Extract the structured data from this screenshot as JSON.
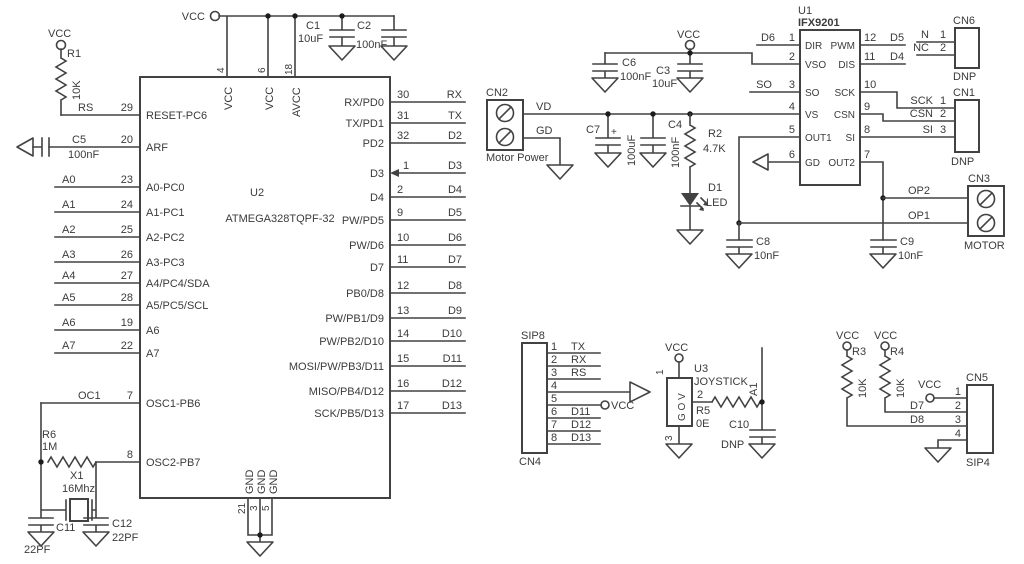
{
  "colors": {
    "ink": "#3f3f3f",
    "bg": "#ffffff"
  },
  "power": {
    "vcc": "VCC",
    "plus": "+"
  },
  "nets": {
    "a1": "A1"
  },
  "u2": {
    "ref": "U2",
    "part": "ATMEGA328TQPF-32",
    "left": [
      {
        "num": "29",
        "name": "RESET-PC6",
        "net": "RS"
      },
      {
        "num": "20",
        "name": "ARF",
        "net": ""
      },
      {
        "num": "23",
        "name": "A0-PC0",
        "net": "A0"
      },
      {
        "num": "24",
        "name": "A1-PC1",
        "net": "A1"
      },
      {
        "num": "25",
        "name": "A2-PC2",
        "net": "A2"
      },
      {
        "num": "26",
        "name": "A3-PC3",
        "net": "A3"
      },
      {
        "num": "27",
        "name": "A4/PC4/SDA",
        "net": "A4"
      },
      {
        "num": "28",
        "name": "A5/PC5/SCL",
        "net": "A5"
      },
      {
        "num": "19",
        "name": "A6",
        "net": "A6"
      },
      {
        "num": "22",
        "name": "A7",
        "net": "A7"
      },
      {
        "num": "7",
        "name": "OSC1-PB6",
        "net": "OC1"
      },
      {
        "num": "8",
        "name": "OSC2-PB7",
        "net": ""
      }
    ],
    "right": [
      {
        "num": "30",
        "name": "RX/PD0",
        "net": "RX"
      },
      {
        "num": "31",
        "name": "TX/PD1",
        "net": "TX"
      },
      {
        "num": "32",
        "name": "PD2",
        "net": "D2"
      },
      {
        "num": "1",
        "name": "D3",
        "net": "D3"
      },
      {
        "num": "2",
        "name": "D4",
        "net": "D4"
      },
      {
        "num": "9",
        "name": "PW/PD5",
        "net": "D5"
      },
      {
        "num": "10",
        "name": "PW/D6",
        "net": "D6"
      },
      {
        "num": "11",
        "name": "D7",
        "net": "D7"
      },
      {
        "num": "12",
        "name": "PB0/D8",
        "net": "D8"
      },
      {
        "num": "13",
        "name": "PW/PB1/D9",
        "net": "D9"
      },
      {
        "num": "14",
        "name": "PW/PB2/D10",
        "net": "D10"
      },
      {
        "num": "15",
        "name": "MOSI/PW/PB3/D11",
        "net": "D11"
      },
      {
        "num": "16",
        "name": "MISO/PB4/D12",
        "net": "D12"
      },
      {
        "num": "17",
        "name": "SCK/PB5/D13",
        "net": "D13"
      }
    ],
    "top": [
      {
        "num": "4",
        "name": "VCC"
      },
      {
        "num": "6",
        "name": "VCC"
      },
      {
        "num": "18",
        "name": "AVCC"
      }
    ],
    "bottom": [
      {
        "num": "21",
        "name": "GND"
      },
      {
        "num": "3",
        "name": "GND"
      },
      {
        "num": "5",
        "name": "GND"
      }
    ]
  },
  "u1": {
    "ref": "U1",
    "part": "IFX9201",
    "rows": [
      {
        "lnum": "1",
        "lname": "DIR",
        "rname": "PWM",
        "rnum": "12",
        "lnet": "D6",
        "rnet": "D5"
      },
      {
        "lnum": "2",
        "lname": "VSO",
        "rname": "DIS",
        "rnum": "11",
        "rnet": "D4"
      },
      {
        "lnum": "3",
        "lname": "SO",
        "rname": "SCK",
        "rnum": "10",
        "lnet": "SO"
      },
      {
        "lnum": "4",
        "lname": "VS",
        "rname": "CSN",
        "rnum": "9"
      },
      {
        "lnum": "5",
        "lname": "OUT1",
        "rname": "SI",
        "rnum": "8"
      },
      {
        "lnum": "6",
        "lname": "GD",
        "rname": "OUT2",
        "rnum": "7"
      }
    ]
  },
  "u3": {
    "ref": "U3",
    "part": "JOYSTICK",
    "pins": "G O V",
    "p1": "1",
    "p2": "2",
    "p3": "3"
  },
  "r1": {
    "ref": "R1",
    "value": "10K"
  },
  "r2": {
    "ref": "R2",
    "value": "4.7K"
  },
  "r3": {
    "ref": "R3",
    "value": "10K"
  },
  "r4": {
    "ref": "R4",
    "value": "10K"
  },
  "r5": {
    "ref": "R5",
    "value": "0E"
  },
  "r6": {
    "ref": "R6",
    "value": "1M"
  },
  "c1": {
    "ref": "C1",
    "value": "10uF"
  },
  "c2": {
    "ref": "C2",
    "value": "100nF"
  },
  "c3": {
    "ref": "C3",
    "value": "10uF"
  },
  "c4": {
    "ref": "C4",
    "value": "100nF"
  },
  "c5": {
    "ref": "C5",
    "value": "100nF"
  },
  "c6": {
    "ref": "C6",
    "value": "100nF"
  },
  "c7": {
    "ref": "C7",
    "value": "100uF"
  },
  "c8": {
    "ref": "C8",
    "value": "10nF"
  },
  "c9": {
    "ref": "C9",
    "value": "10nF"
  },
  "c10": {
    "ref": "C10",
    "value": "DNP"
  },
  "c11": {
    "ref": "C11",
    "value": "22PF"
  },
  "c12": {
    "ref": "C12",
    "value": "22PF"
  },
  "d1": {
    "ref": "D1",
    "value": "LED"
  },
  "x1": {
    "ref": "X1",
    "value": "16Mhz"
  },
  "cn1": {
    "name": "CN1",
    "note": "DNP",
    "pins": [
      {
        "net": "SCK",
        "num": "1"
      },
      {
        "net": "CSN",
        "num": "2"
      },
      {
        "net": "SI",
        "num": "3"
      }
    ]
  },
  "cn2": {
    "name": "CN2",
    "label": "Motor Power",
    "vd": "VD",
    "gd": "GD"
  },
  "cn3": {
    "name": "CN3",
    "label": "MOTOR",
    "op2": "OP2",
    "op1": "OP1"
  },
  "cn4": {
    "name": "CN4",
    "type": "SIP8",
    "pins": [
      {
        "num": "1",
        "net": "TX"
      },
      {
        "num": "2",
        "net": "RX"
      },
      {
        "num": "3",
        "net": "RS"
      },
      {
        "num": "4",
        "net": ""
      },
      {
        "num": "5",
        "net": "VCC"
      },
      {
        "num": "6",
        "net": "D11"
      },
      {
        "num": "7",
        "net": "D12"
      },
      {
        "num": "8",
        "net": "D13"
      }
    ]
  },
  "cn5": {
    "name": "CN5",
    "type": "SIP4",
    "pins": [
      {
        "num": "1",
        "net": "VCC"
      },
      {
        "num": "2",
        "net": "D7"
      },
      {
        "num": "3",
        "net": "D8"
      },
      {
        "num": "4",
        "net": ""
      }
    ]
  },
  "cn6": {
    "name": "CN6",
    "note": "DNP",
    "pins": [
      {
        "net": "N",
        "num": "1"
      },
      {
        "net": "NC",
        "num": "2"
      }
    ]
  }
}
